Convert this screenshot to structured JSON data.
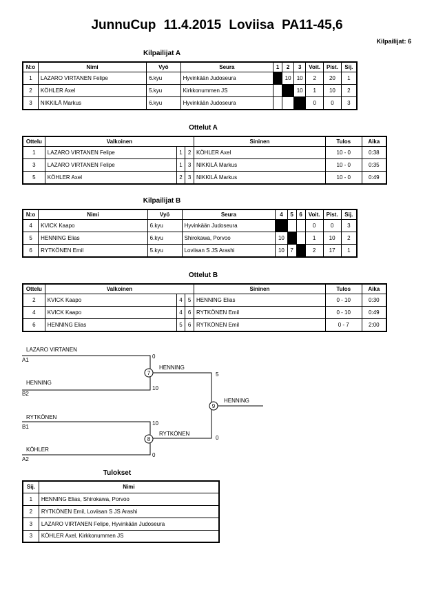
{
  "header": {
    "title": "JunnuCup  11.4.2015  Loviisa   PA11-45,6",
    "competitors_count": "Kilpailijat: 6"
  },
  "pool_a": {
    "title": "Kilpailijat A",
    "headers": [
      "N:o",
      "Nimi",
      "Vyö",
      "Seura",
      "1",
      "2",
      "3",
      "Voit.",
      "Pist.",
      "Sij."
    ],
    "rows": [
      {
        "no": "1",
        "name": "LAZARO VIRTANEN Felipe",
        "belt": "6.kyu",
        "club": "Hyvinkään Judoseura",
        "s1": "",
        "s2": "10",
        "s3": "10",
        "wins": "2",
        "points": "20",
        "place": "1"
      },
      {
        "no": "2",
        "name": "KÖHLER Axel",
        "belt": "5.kyu",
        "club": "Kirkkonummen JS",
        "s1": "",
        "s2": "",
        "s3": "10",
        "wins": "1",
        "points": "10",
        "place": "2"
      },
      {
        "no": "3",
        "name": "NIKKILÄ Markus",
        "belt": "6.kyu",
        "club": "Hyvinkään Judoseura",
        "s1": "",
        "s2": "",
        "s3": "",
        "wins": "0",
        "points": "0",
        "place": "3"
      }
    ]
  },
  "matches_a": {
    "title": "Ottelut A",
    "headers": [
      "Ottelu",
      "Valkoinen",
      "Sininen",
      "Tulos",
      "Aika"
    ],
    "rows": [
      {
        "match": "1",
        "white": "LAZARO VIRTANEN Felipe",
        "w": "1",
        "b": "2",
        "blue": "KÖHLER Axel",
        "result": "10 - 0",
        "time": "0:38"
      },
      {
        "match": "3",
        "white": "LAZARO VIRTANEN Felipe",
        "w": "1",
        "b": "3",
        "blue": "NIKKILÄ Markus",
        "result": "10 - 0",
        "time": "0:35"
      },
      {
        "match": "5",
        "white": "KÖHLER Axel",
        "w": "2",
        "b": "3",
        "blue": "NIKKILÄ Markus",
        "result": "10 - 0",
        "time": "0:49"
      }
    ]
  },
  "pool_b": {
    "title": "Kilpailijat B",
    "headers": [
      "N:o",
      "Nimi",
      "Vyö",
      "Seura",
      "4",
      "5",
      "6",
      "Voit.",
      "Pist.",
      "Sij."
    ],
    "rows": [
      {
        "no": "4",
        "name": "KVICK Kaapo",
        "belt": "6.kyu",
        "club": "Hyvinkään Judoseura",
        "s1": "",
        "s2": "",
        "s3": "",
        "wins": "0",
        "points": "0",
        "place": "3"
      },
      {
        "no": "5",
        "name": "HENNING Elias",
        "belt": "6.kyu",
        "club": "Shirokawa, Porvoo",
        "s1": "10",
        "s2": "",
        "s3": "",
        "wins": "1",
        "points": "10",
        "place": "2"
      },
      {
        "no": "6",
        "name": "RYTKÖNEN Emil",
        "belt": "5.kyu",
        "club": "Loviisan S JS Arashi",
        "s1": "10",
        "s2": "7",
        "s3": "",
        "wins": "2",
        "points": "17",
        "place": "1"
      }
    ]
  },
  "matches_b": {
    "title": "Ottelut B",
    "headers": [
      "Ottelu",
      "Valkoinen",
      "Sininen",
      "Tulos",
      "Aika"
    ],
    "rows": [
      {
        "match": "2",
        "white": "KVICK Kaapo",
        "w": "4",
        "b": "5",
        "blue": "HENNING Elias",
        "result": "0 - 10",
        "time": "0:30"
      },
      {
        "match": "4",
        "white": "KVICK Kaapo",
        "w": "4",
        "b": "6",
        "blue": "RYTKÖNEN Emil",
        "result": "0 - 10",
        "time": "0:49"
      },
      {
        "match": "6",
        "white": "HENNING Elias",
        "w": "5",
        "b": "6",
        "blue": "RYTKÖNEN Emil",
        "result": "0 - 7",
        "time": "2:00"
      }
    ]
  },
  "bracket": {
    "sf1_top_name": "LAZARO VIRTANEN",
    "sf1_top_seed": "A1",
    "sf1_top_score": "0",
    "sf1_bottom_name": "HENNING",
    "sf1_bottom_seed": "B2",
    "sf1_bottom_score": "10",
    "sf1_match_no": "7",
    "sf1_winner": "HENNING",
    "sf1_winner_score": "5",
    "sf2_top_name": "RYTKÖNEN",
    "sf2_top_seed": "B1",
    "sf2_top_score": "10",
    "sf2_bottom_name": "KÖHLER",
    "sf2_bottom_seed": "A2",
    "sf2_bottom_score": "0",
    "sf2_match_no": "8",
    "sf2_winner": "RYTKÖNEN",
    "sf2_winner_score": "0",
    "final_match_no": "9",
    "final_winner": "HENNING"
  },
  "results": {
    "title": "Tulokset",
    "headers": [
      "Sij.",
      "Nimi"
    ],
    "rows": [
      {
        "place": "1",
        "name": "HENNING Elias, Shirokawa, Porvoo"
      },
      {
        "place": "2",
        "name": "RYTKÖNEN Emil, Loviisan S JS Arashi"
      },
      {
        "place": "3",
        "name": "LAZARO VIRTANEN Felipe, Hyvinkään Judoseura"
      },
      {
        "place": "3",
        "name": "KÖHLER Axel, Kirkkonummen JS"
      }
    ]
  }
}
